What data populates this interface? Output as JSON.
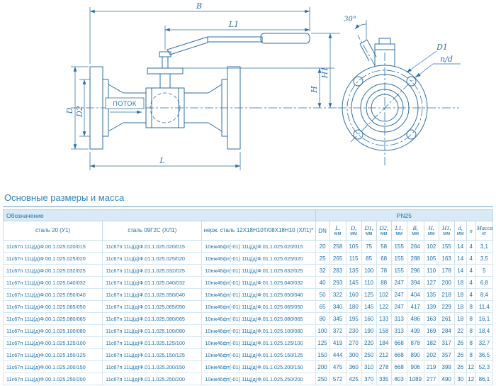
{
  "drawing": {
    "labels": {
      "b": "B",
      "l1": "L1",
      "l": "L",
      "d": "D",
      "d2": "D2",
      "h": "H",
      "h1": "H1",
      "angle": "30°",
      "d1": "D1",
      "nd": "n/d",
      "flow": "ПОТОК"
    }
  },
  "table": {
    "title": "Основные размеры и масса",
    "designation_header": "Обозначение",
    "pn_header": "PN25",
    "material_headers": [
      "сталь 20 (У1)",
      "сталь 09Г2С (ХЛ1)",
      "нерж. сталь 12Х18Н10Т/08Х18Н10 (ХЛ1)*"
    ],
    "dn_header": "DN",
    "dim_headers": [
      {
        "sym": "L,",
        "unit": "мм"
      },
      {
        "sym": "D,",
        "unit": "мм"
      },
      {
        "sym": "D1,",
        "unit": "мм"
      },
      {
        "sym": "D2,",
        "unit": "мм"
      },
      {
        "sym": "L1,",
        "unit": "мм"
      },
      {
        "sym": "B,",
        "unit": "мм"
      },
      {
        "sym": "H,",
        "unit": "мм"
      },
      {
        "sym": "H1,",
        "unit": "мм"
      },
      {
        "sym": "d,",
        "unit": "мм"
      },
      {
        "sym": "n",
        "unit": ""
      },
      {
        "sym": "Масса,",
        "unit": "кг"
      }
    ],
    "col_names": [
      "designation-steel20",
      "designation-steel-09g2s",
      "designation-stainless",
      "dn",
      "l-mm",
      "d-mm",
      "d1-mm",
      "d2-mm",
      "l1-mm",
      "b-mm",
      "h-mm",
      "h1-mm",
      "d-hole-mm",
      "n-holes",
      "mass-kg"
    ],
    "rows": [
      [
        "11с67п 11Ц(д)Ф.00.1.025.020/015",
        "11с67п 11Ц(д)Ф.01.1.025.020/015",
        "10нж46фт(-01) 11Ц(д)Ф.01.1.025.020/015",
        "20",
        "258",
        "105",
        "75",
        "58",
        "155",
        "284",
        "102",
        "155",
        "14",
        "4",
        "3,1"
      ],
      [
        "11с67п 11Ц(д)Ф.00.1.025.025/020",
        "11с67п 11Ц(д)Ф.01.1.025.025/020",
        "10нж46фт(-01) 11Ц(д)Ф.01.1.025.025/020",
        "25",
        "265",
        "115",
        "85",
        "68",
        "155",
        "288",
        "105",
        "163",
        "14",
        "4",
        "3,5"
      ],
      [
        "11с67п 11Ц(д)Ф.00.1.025.032/025",
        "11с67п 11Ц(д)Ф.01.1.025.032/025",
        "10нж46фт(-01) 11Ц(д)Ф.01.1.025.032/025",
        "32",
        "283",
        "135",
        "100",
        "78",
        "155",
        "296",
        "110",
        "178",
        "14",
        "4",
        "5"
      ],
      [
        "11с67п 11Ц(д)Ф.00.1.025.040/032",
        "11с67п 11Ц(д)Ф.01.1.025.040/032",
        "10нж46фт(-01) 11Ц(д)Ф.01.1.025.040/032",
        "40",
        "293",
        "145",
        "110",
        "88",
        "247",
        "394",
        "127",
        "200",
        "18",
        "4",
        "6,8"
      ],
      [
        "11с67п 11Ц(д)Ф.00.1.025.050/040",
        "11с67п 11Ц(д)Ф.01.1.025.050/040",
        "10нж46фт(-01) 11Ц(д)Ф.01.1.025.050/040",
        "50",
        "322",
        "160",
        "125",
        "102",
        "247",
        "404",
        "135",
        "218",
        "18",
        "4",
        "8,4"
      ],
      [
        "11с67п 11Ц(д)Ф.00.1.025.065/050",
        "11с67п 11Ц(д)Ф.01.1.025.065/050",
        "10нж46фт(-01) 11Ц(д)Ф.01.1.025.065/050",
        "65",
        "340",
        "180",
        "145",
        "122",
        "247",
        "417",
        "139",
        "229",
        "18",
        "8",
        "11,4"
      ],
      [
        "11с67п 11Ц(д)Ф.00.1.025.080/065",
        "11с67п 11Ц(д)Ф.01.1.025.080/065",
        "10нж46фт(-01) 11Ц(д)Ф.01.1.025.080/065",
        "80",
        "345",
        "195",
        "160",
        "133",
        "313",
        "486",
        "163",
        "261",
        "18",
        "8",
        "16,1"
      ],
      [
        "11с67п 11Ц(д)Ф.00.1.025.100/080",
        "11с67п 11Ц(д)Ф.01.1.025.100/080",
        "10нж46фт(-01) 11Ц(д)Ф.01.1.025.100/080",
        "100",
        "372",
        "230",
        "190",
        "158",
        "313",
        "499",
        "169",
        "284",
        "22",
        "8",
        "18,4"
      ],
      [
        "11с67п 11Ц(д)Ф.00.1.025.125/100",
        "11с67п 11Ц(д)Ф.01.1.025.125/100",
        "10нж46фт(-01) 11Ц(д)Ф.01.1.025.125/100",
        "125",
        "419",
        "270",
        "220",
        "184",
        "668",
        "878",
        "182",
        "317",
        "26",
        "8",
        "32,7"
      ],
      [
        "11с67п 11Ц(д)Ф.00.1.025.150/125",
        "11с67п 11Ц(д)Ф.01.1.025.150/125",
        "10нж46фт(-01) 11Ц(д)Ф.01.1.025.150/125",
        "150",
        "444",
        "300",
        "250",
        "212",
        "668",
        "890",
        "202",
        "357",
        "26",
        "8",
        "36,5"
      ],
      [
        "11с67п 11Ц(д)Ф.00.1.025.200/150",
        "11с67п 11Ц(д)Ф.01.1.025.200/150",
        "10нж46фт(-01) 11Ц(д)Ф.01.1.025.200/150",
        "200",
        "475",
        "360",
        "310",
        "278",
        "668",
        "906",
        "219",
        "399",
        "26",
        "12",
        "52,3"
      ],
      [
        "11с67п 11Ц(д)Ф.00.1.025.250/200",
        "11с67п 11Ц(д)Ф.01.1.025.250/200",
        "10нж46фт(-01) 11Ц(д)Ф.01.1.025.250/200",
        "250",
        "572",
        "425",
        "370",
        "335",
        "803",
        "1089",
        "277",
        "490",
        "30",
        "12",
        "86,1"
      ]
    ]
  }
}
